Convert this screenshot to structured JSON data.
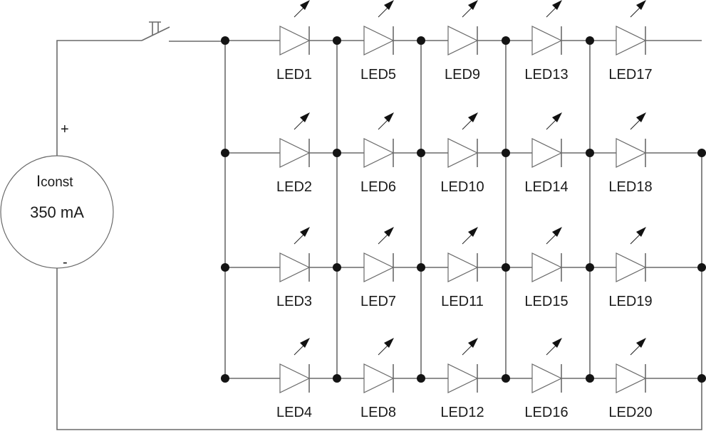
{
  "diagram": {
    "type": "circuit-schematic",
    "title": "",
    "source": {
      "label_main": "I",
      "label_sub": "const",
      "value": "350 mA",
      "plus": "+",
      "minus": "-"
    },
    "switch": {
      "kind": "push-button"
    },
    "grid": {
      "rows": 4,
      "columns": 5,
      "leds": [
        [
          "LED1",
          "LED5",
          "LED9",
          "LED13",
          "LED17"
        ],
        [
          "LED2",
          "LED6",
          "LED10",
          "LED14",
          "LED18"
        ],
        [
          "LED3",
          "LED7",
          "LED11",
          "LED15",
          "LED19"
        ],
        [
          "LED4",
          "LED8",
          "LED12",
          "LED16",
          "LED20"
        ]
      ]
    },
    "colors": {
      "wire": "#6a6a6a",
      "junction": "#141414",
      "text": "#1a1a1a"
    }
  }
}
